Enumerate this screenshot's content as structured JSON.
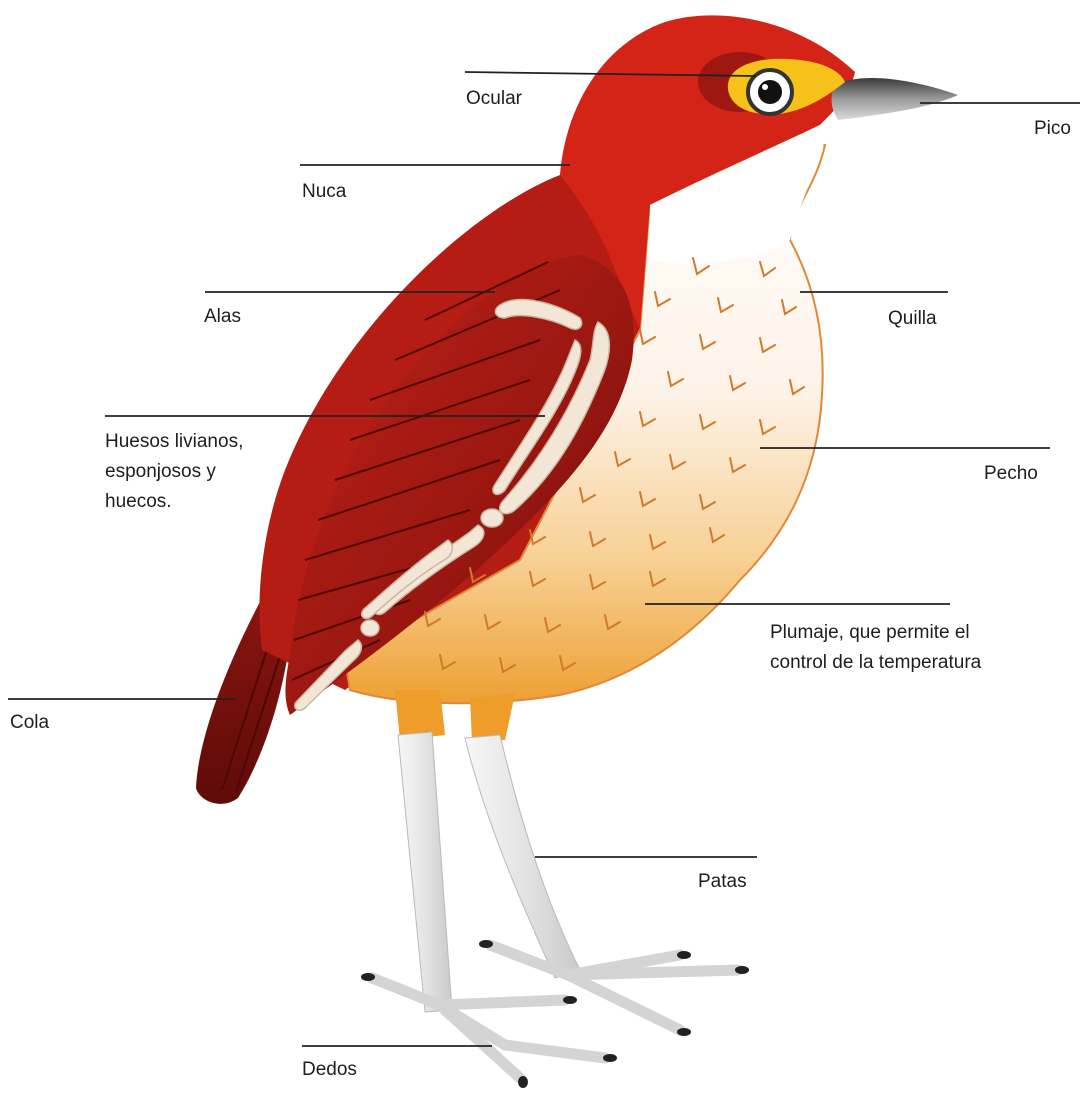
{
  "labels": {
    "ocular": "Ocular",
    "pico": "Pico",
    "nuca": "Nuca",
    "alas": "Alas",
    "quilla": "Quilla",
    "huesos_line1": "Huesos livianos,",
    "huesos_line2": "esponjosos y",
    "huesos_line3": "huecos.",
    "pecho": "Pecho",
    "plumaje_line1": "Plumaje, que permite el",
    "plumaje_line2": "control de la temperatura",
    "cola": "Cola",
    "patas": "Patas",
    "dedos": "Dedos"
  },
  "colors": {
    "head_red": "#d42417",
    "back_red": "#b01a12",
    "wing_dark": "#7a0f0b",
    "breast_white": "#ffffff",
    "belly_orange": "#efa33a",
    "leg_grey": "#e3e3e3",
    "beak_grey": "#6f6f6f",
    "eye_ring": "#f6c21a",
    "bone": "#f3e6d6",
    "leader_line": "#222222"
  }
}
